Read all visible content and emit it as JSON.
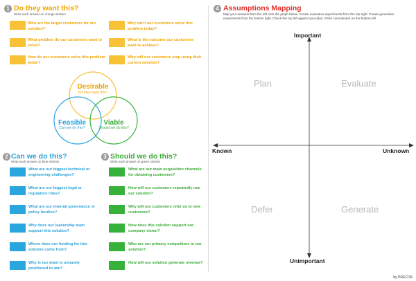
{
  "sections": {
    "want": {
      "num": "1",
      "title": "Do they want this?",
      "subtitle": "Write each answer on orange stickies",
      "questions": [
        "Who are the target customers for our solution?",
        "What problem do our customers want to solve?",
        "How do our customers solve this problem today?",
        "Why can't our customers solve this problem today?",
        "What is the outcome our customers want to achieve?",
        "Why will our customers stop using their current solution?"
      ]
    },
    "can": {
      "num": "2",
      "title": "Can we do this?",
      "subtitle": "Write each answer on blue stickies",
      "questions": [
        "What are our biggest technical or engineering challenges?",
        "What are our biggest legal or regulatory risks?",
        "What are our internal governance or policy hurdles?",
        "Why does our leadership team support this solution?",
        "Where does our funding for this solution come from?",
        "Why is our team is uniquely positioned to win?"
      ]
    },
    "should": {
      "num": "3",
      "title": "Should we do this?",
      "subtitle": "Write each answer on green stickies",
      "questions": [
        "What are our main acquisition channels for obtaining customers?",
        "How will our customers repeatedly use our solution?",
        "Why will our customers refer us to new customers?",
        "How does this solution support our company vision?",
        "Who are our primary competitors to our solution?",
        "How will our solution generate revenue?"
      ]
    },
    "mapping": {
      "num": "4",
      "title": "Assumptions Mapping",
      "description": "Map your answers from the left onto the graph below. Create evaluative experiments from the top right. Create generative experiments from the bottom right. Check the top left against your plan. Defer commitment on the bottom left."
    }
  },
  "venn": {
    "desirable": {
      "label": "Desirable",
      "sub": "Do they want this?"
    },
    "feasible": {
      "label": "Feasible",
      "sub": "Can we do this?"
    },
    "viable": {
      "label": "Viable",
      "sub": "Should we do this?"
    }
  },
  "matrix": {
    "top": "Important",
    "bottom": "Unimportant",
    "left": "Known",
    "right": "Unknown",
    "quadrants": {
      "tl": "Plan",
      "tr": "Evaluate",
      "bl": "Defer",
      "br": "Generate"
    }
  },
  "logo": "by PRECOIL",
  "colors": {
    "orange": "#f0a500",
    "blue": "#2aa2d8",
    "green": "#3aaa35",
    "red": "#e0312b"
  }
}
